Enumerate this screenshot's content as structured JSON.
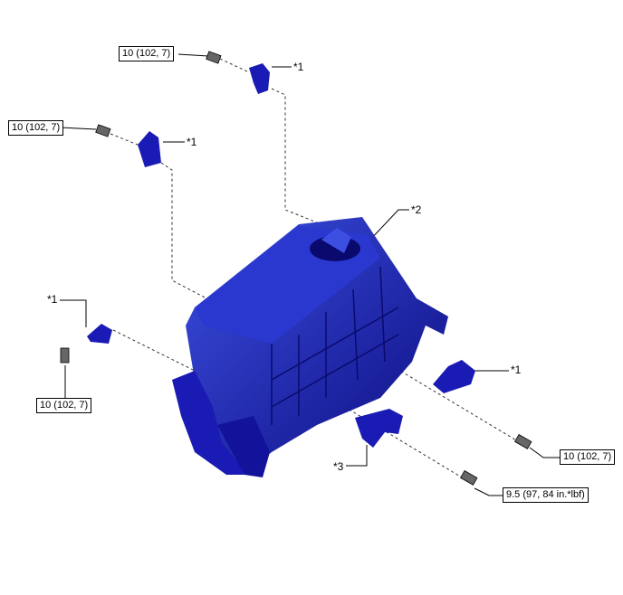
{
  "torques": {
    "t1": "10 (102, 7)",
    "t2": "10 (102, 7)",
    "t3": "10 (102, 7)",
    "t4": "10 (102, 7)",
    "t5": "9.5 (97, 84 in.*lbf)"
  },
  "callouts": {
    "c1a": "*1",
    "c1b": "*1",
    "c1c": "*1",
    "c1d": "*1",
    "c2": "*2",
    "c3": "*3"
  },
  "colors": {
    "part": "#1a1ab4",
    "dark": "#0a0a6e",
    "light": "#3c4fe0"
  }
}
